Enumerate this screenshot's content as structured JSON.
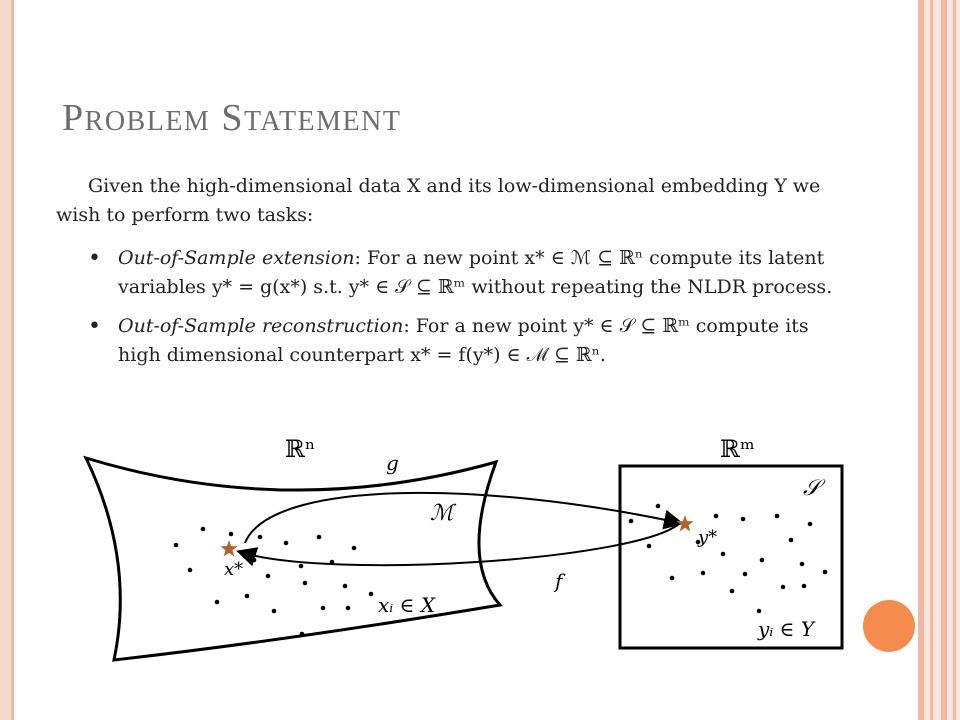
{
  "slide": {
    "title_cap1": "P",
    "title_rest1": "ROBLEM",
    "title_cap2": "S",
    "title_rest2": "TATEMENT",
    "intro": "Given the high-dimensional data X and its low-dimensional embedding Y we wish to perform two tasks:",
    "task1_term": "Out-of-Sample extension",
    "task1_text": ": For a new point x* ∈ ℳ ⊆ ℝⁿ compute its latent variables y* = g(x*) s.t. y* ∈ 𝒮 ⊆ ℝᵐ without repeating the NLDR process.",
    "task2_term": "Out-of-Sample reconstruction",
    "task2_text": ": For a new point y* ∈ 𝒮 ⊆ ℝᵐ compute its high dimensional counterpart x* = f(y*) ∈ ℳ ⊆ ℝⁿ."
  },
  "figure": {
    "rn_label": "ℝⁿ",
    "rm_label": "ℝᵐ",
    "g_label": "g",
    "f_label": "f",
    "m_label": "ℳ",
    "s_label": "𝒮",
    "xstar_label": "x*",
    "ystar_label": "y*",
    "xi_label": "xᵢ ∈ X",
    "yi_label": "yᵢ ∈ Y",
    "star_color": "#b5622a"
  },
  "theme": {
    "accent": "#f58b4c",
    "border_light": "#fbe6dd",
    "border_stripe": "#f2b8a3"
  }
}
